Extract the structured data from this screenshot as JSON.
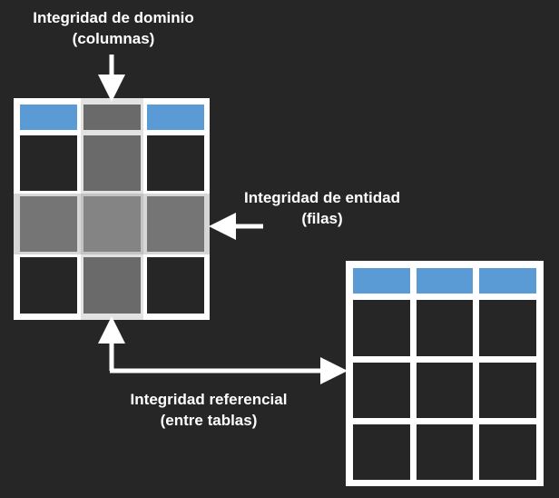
{
  "labels": {
    "domain_integrity": {
      "line1": "Integridad de dominio",
      "line2": "(columnas)"
    },
    "entity_integrity": {
      "line1": "Integridad de entidad",
      "line2": "(filas)"
    },
    "referential_integrity": {
      "line1": "Integridad referencial",
      "line2": "(entre tablas)"
    }
  },
  "colors": {
    "background": "#262626",
    "grid_lines": "#ffffff",
    "header_cell": "#5b9bd5",
    "cell": "#262626",
    "highlight_column": "#5f5f5f",
    "highlight_row": "#6b6b6b",
    "highlight_intersection": "#7f7f7f",
    "arrow": "#ffffff"
  },
  "tables": {
    "left_table": {
      "rows": 4,
      "columns": 3,
      "header_row": true
    },
    "right_table": {
      "rows": 4,
      "columns": 3,
      "header_row": true
    }
  }
}
